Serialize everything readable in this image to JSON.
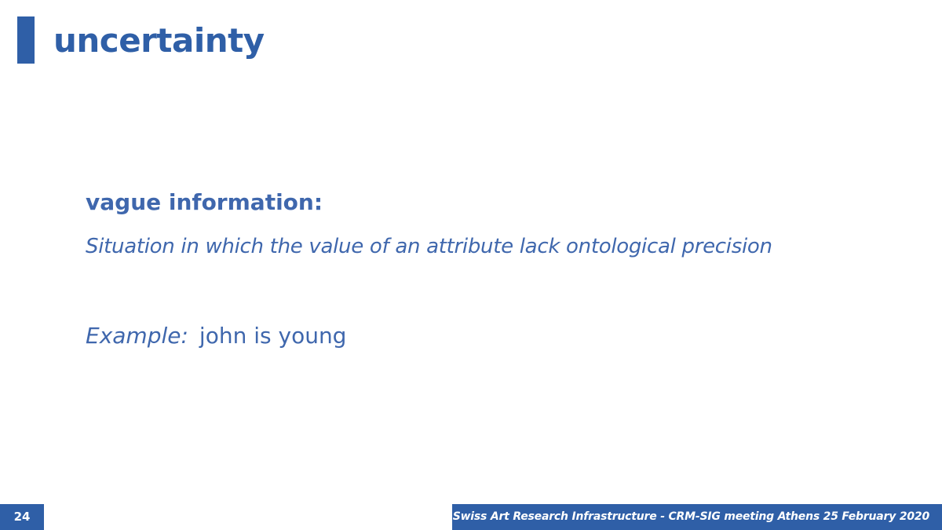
{
  "slide": {
    "title": "uncertainty",
    "subheading": "vague information:",
    "definition": "Situation in which the value of an attribute lack ontological precision",
    "example_label": "Example:",
    "example_text": "john is young",
    "page_number": "24",
    "footer_text": "Swiss Art Research Infrastructure - CRM-SIG meeting Athens 25 February 2020"
  },
  "colors": {
    "accent": "#2f5fa7",
    "text": "#3f67ad",
    "background": "#ffffff"
  }
}
